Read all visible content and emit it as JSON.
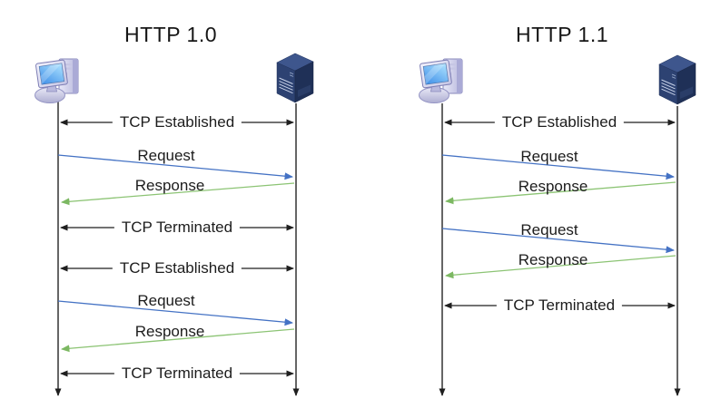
{
  "colors": {
    "background": "#ffffff",
    "request_arrow": "#4472C4",
    "response_arrow": "#7CB862",
    "tcp_arrow": "#1f1f1f",
    "lifeline": "#3f3f3f",
    "text": "#1c1c1c"
  },
  "icons": {
    "client": "desktop-computer-icon",
    "server": "server-tower-icon"
  },
  "diagrams": [
    {
      "title": "HTTP 1.0",
      "actors": {
        "left": "client computer",
        "right": "server"
      },
      "messages": [
        {
          "type": "tcp",
          "label": "TCP Established"
        },
        {
          "type": "request",
          "label": "Request"
        },
        {
          "type": "response",
          "label": "Response"
        },
        {
          "type": "tcp",
          "label": "TCP Terminated"
        },
        {
          "type": "tcp",
          "label": "TCP Established"
        },
        {
          "type": "request",
          "label": "Request"
        },
        {
          "type": "response",
          "label": "Response"
        },
        {
          "type": "tcp",
          "label": "TCP Terminated"
        }
      ]
    },
    {
      "title": "HTTP 1.1",
      "actors": {
        "left": "client computer",
        "right": "server"
      },
      "messages": [
        {
          "type": "tcp",
          "label": "TCP Established"
        },
        {
          "type": "request",
          "label": "Request"
        },
        {
          "type": "response",
          "label": "Response"
        },
        {
          "type": "request",
          "label": "Request"
        },
        {
          "type": "response",
          "label": "Response"
        },
        {
          "type": "tcp",
          "label": "TCP Terminated"
        }
      ]
    }
  ]
}
